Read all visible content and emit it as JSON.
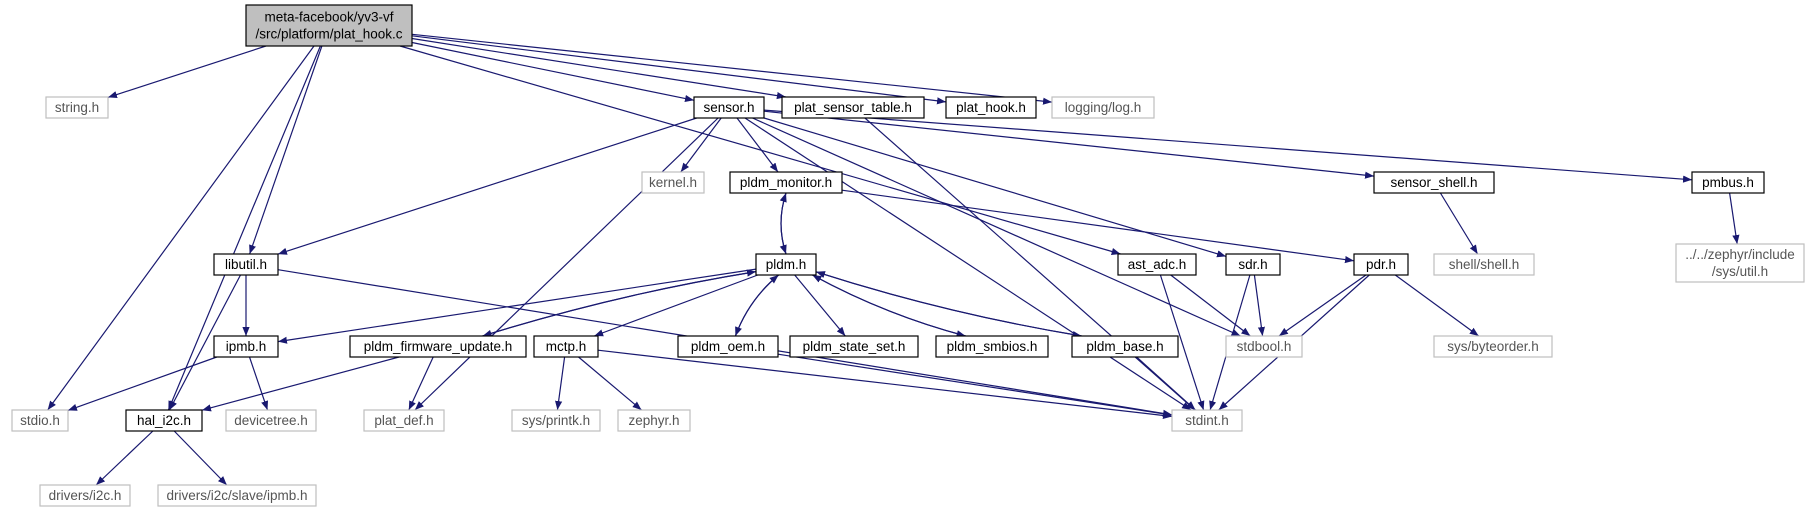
{
  "graph": {
    "colors": {
      "edge": "#191970",
      "root_fill": "#bfbfbf",
      "node_border": "#000000",
      "external_border": "#bfbfbf",
      "node_fill": "#ffffff"
    },
    "nodes": [
      {
        "id": "root",
        "lines": [
          "meta-facebook/yv3-vf",
          "/src/platform/plat_hook.c"
        ],
        "kind": "root"
      },
      {
        "id": "string_h",
        "lines": [
          "string.h"
        ],
        "kind": "external"
      },
      {
        "id": "sensor_h",
        "lines": [
          "sensor.h"
        ],
        "kind": "internal"
      },
      {
        "id": "plat_sensor_table_h",
        "lines": [
          "plat_sensor_table.h"
        ],
        "kind": "internal"
      },
      {
        "id": "plat_hook_h",
        "lines": [
          "plat_hook.h"
        ],
        "kind": "internal"
      },
      {
        "id": "logging_log_h",
        "lines": [
          "logging/log.h"
        ],
        "kind": "external"
      },
      {
        "id": "kernel_h",
        "lines": [
          "kernel.h"
        ],
        "kind": "external"
      },
      {
        "id": "pldm_monitor_h",
        "lines": [
          "pldm_monitor.h"
        ],
        "kind": "internal"
      },
      {
        "id": "sensor_shell_h",
        "lines": [
          "sensor_shell.h"
        ],
        "kind": "internal"
      },
      {
        "id": "pmbus_h",
        "lines": [
          "pmbus.h"
        ],
        "kind": "internal"
      },
      {
        "id": "libutil_h",
        "lines": [
          "libutil.h"
        ],
        "kind": "internal"
      },
      {
        "id": "pldm_h",
        "lines": [
          "pldm.h"
        ],
        "kind": "internal"
      },
      {
        "id": "ast_adc_h",
        "lines": [
          "ast_adc.h"
        ],
        "kind": "internal"
      },
      {
        "id": "sdr_h",
        "lines": [
          "sdr.h"
        ],
        "kind": "internal"
      },
      {
        "id": "pdr_h",
        "lines": [
          "pdr.h"
        ],
        "kind": "internal"
      },
      {
        "id": "shell_shell_h",
        "lines": [
          "shell/shell.h"
        ],
        "kind": "external"
      },
      {
        "id": "zephyr_util_h",
        "lines": [
          "../../zephyr/include",
          "/sys/util.h"
        ],
        "kind": "external"
      },
      {
        "id": "ipmb_h",
        "lines": [
          "ipmb.h"
        ],
        "kind": "internal"
      },
      {
        "id": "pldm_firmware_update_h",
        "lines": [
          "pldm_firmware_update.h"
        ],
        "kind": "internal"
      },
      {
        "id": "mctp_h",
        "lines": [
          "mctp.h"
        ],
        "kind": "internal"
      },
      {
        "id": "pldm_oem_h",
        "lines": [
          "pldm_oem.h"
        ],
        "kind": "internal"
      },
      {
        "id": "pldm_state_set_h",
        "lines": [
          "pldm_state_set.h"
        ],
        "kind": "internal"
      },
      {
        "id": "pldm_smbios_h",
        "lines": [
          "pldm_smbios.h"
        ],
        "kind": "internal"
      },
      {
        "id": "pldm_base_h",
        "lines": [
          "pldm_base.h"
        ],
        "kind": "internal"
      },
      {
        "id": "stdbool_h",
        "lines": [
          "stdbool.h"
        ],
        "kind": "external"
      },
      {
        "id": "sys_byteorder_h",
        "lines": [
          "sys/byteorder.h"
        ],
        "kind": "external"
      },
      {
        "id": "stdio_h",
        "lines": [
          "stdio.h"
        ],
        "kind": "external"
      },
      {
        "id": "hal_i2c_h",
        "lines": [
          "hal_i2c.h"
        ],
        "kind": "internal"
      },
      {
        "id": "devicetree_h",
        "lines": [
          "devicetree.h"
        ],
        "kind": "external"
      },
      {
        "id": "plat_def_h",
        "lines": [
          "plat_def.h"
        ],
        "kind": "external"
      },
      {
        "id": "sys_printk_h",
        "lines": [
          "sys/printk.h"
        ],
        "kind": "external"
      },
      {
        "id": "zephyr_h",
        "lines": [
          "zephyr.h"
        ],
        "kind": "external"
      },
      {
        "id": "stdint_h",
        "lines": [
          "stdint.h"
        ],
        "kind": "external"
      },
      {
        "id": "drivers_i2c_h",
        "lines": [
          "drivers/i2c.h"
        ],
        "kind": "external"
      },
      {
        "id": "drivers_i2c_slave_ipmb_h",
        "lines": [
          "drivers/i2c/slave/ipmb.h"
        ],
        "kind": "external"
      }
    ],
    "edges": [
      {
        "from": "root",
        "to": "stdio_h"
      },
      {
        "from": "root",
        "to": "string_h"
      },
      {
        "from": "root",
        "to": "hal_i2c_h"
      },
      {
        "from": "root",
        "to": "libutil_h"
      },
      {
        "from": "root",
        "to": "ast_adc_h"
      },
      {
        "from": "root",
        "to": "sensor_h"
      },
      {
        "from": "root",
        "to": "plat_sensor_table_h"
      },
      {
        "from": "root",
        "to": "plat_hook_h"
      },
      {
        "from": "root",
        "to": "logging_log_h"
      },
      {
        "from": "sensor_h",
        "to": "libutil_h"
      },
      {
        "from": "sensor_h",
        "to": "plat_def_h"
      },
      {
        "from": "sensor_h",
        "to": "kernel_h"
      },
      {
        "from": "sensor_h",
        "to": "pldm_monitor_h"
      },
      {
        "from": "sensor_h",
        "to": "sdr_h"
      },
      {
        "from": "sensor_h",
        "to": "stdbool_h"
      },
      {
        "from": "sensor_h",
        "to": "sensor_shell_h"
      },
      {
        "from": "sensor_h",
        "to": "stdint_h"
      },
      {
        "from": "sensor_h",
        "to": "pmbus_h"
      },
      {
        "from": "plat_sensor_table_h",
        "to": "stdint_h"
      },
      {
        "from": "pldm_monitor_h",
        "to": "pldm_h"
      },
      {
        "from": "pldm_monitor_h",
        "to": "pdr_h"
      },
      {
        "from": "pldm_h",
        "to": "pldm_monitor_h"
      },
      {
        "from": "pldm_h",
        "to": "ipmb_h"
      },
      {
        "from": "pldm_h",
        "to": "pldm_firmware_update_h"
      },
      {
        "from": "pldm_h",
        "to": "mctp_h"
      },
      {
        "from": "pldm_h",
        "to": "pldm_oem_h"
      },
      {
        "from": "pldm_h",
        "to": "pldm_state_set_h"
      },
      {
        "from": "pldm_h",
        "to": "pldm_smbios_h"
      },
      {
        "from": "pldm_h",
        "to": "pldm_base_h"
      },
      {
        "from": "pldm_firmware_update_h",
        "to": "pldm_h"
      },
      {
        "from": "pldm_oem_h",
        "to": "pldm_h"
      },
      {
        "from": "pldm_smbios_h",
        "to": "pldm_h"
      },
      {
        "from": "pldm_base_h",
        "to": "pldm_h"
      },
      {
        "from": "sensor_shell_h",
        "to": "shell_shell_h"
      },
      {
        "from": "pmbus_h",
        "to": "zephyr_util_h"
      },
      {
        "from": "libutil_h",
        "to": "ipmb_h"
      },
      {
        "from": "libutil_h",
        "to": "hal_i2c_h"
      },
      {
        "from": "libutil_h",
        "to": "stdint_h"
      },
      {
        "from": "ipmb_h",
        "to": "stdio_h"
      },
      {
        "from": "ipmb_h",
        "to": "devicetree_h"
      },
      {
        "from": "pldm_firmware_update_h",
        "to": "hal_i2c_h"
      },
      {
        "from": "pldm_firmware_update_h",
        "to": "plat_def_h"
      },
      {
        "from": "mctp_h",
        "to": "sys_printk_h"
      },
      {
        "from": "mctp_h",
        "to": "zephyr_h"
      },
      {
        "from": "mctp_h",
        "to": "stdint_h"
      },
      {
        "from": "pldm_oem_h",
        "to": "stdint_h"
      },
      {
        "from": "pldm_base_h",
        "to": "stdint_h"
      },
      {
        "from": "ast_adc_h",
        "to": "stdbool_h"
      },
      {
        "from": "ast_adc_h",
        "to": "stdint_h"
      },
      {
        "from": "sdr_h",
        "to": "stdbool_h"
      },
      {
        "from": "sdr_h",
        "to": "stdint_h"
      },
      {
        "from": "pdr_h",
        "to": "stdbool_h"
      },
      {
        "from": "pdr_h",
        "to": "stdint_h"
      },
      {
        "from": "pdr_h",
        "to": "sys_byteorder_h"
      },
      {
        "from": "hal_i2c_h",
        "to": "drivers_i2c_h"
      },
      {
        "from": "hal_i2c_h",
        "to": "drivers_i2c_slave_ipmb_h"
      }
    ]
  }
}
